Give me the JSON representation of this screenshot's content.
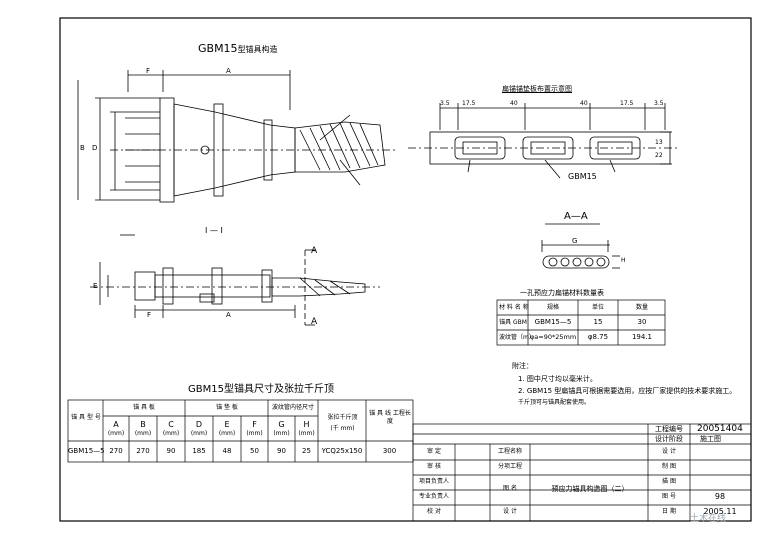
{
  "drawing_title_main": "GBM15",
  "drawing_title_main_cn": "型锚具构造",
  "section_label_1": "I — I",
  "section_marker": "A",
  "section_aa": "A—A",
  "top_right_title": "扁锚锚垫板布置示意图",
  "dims_top_right": [
    "3.5",
    "17.5",
    "40",
    "40",
    "17.5",
    "3.5"
  ],
  "dims_side_right": [
    "13",
    "22"
  ],
  "label_gbm15_small": "GBM15",
  "dim_letters": {
    "A": "A",
    "B": "B",
    "C": "C",
    "D": "D",
    "E": "E",
    "F": "F",
    "G": "G",
    "H": "H"
  },
  "material_table": {
    "title": "一孔预应力扁锚材料数量表",
    "headers": [
      "材 料 名 称",
      "规格",
      "单位",
      "数量"
    ],
    "rows": [
      [
        "锚具 GBM",
        "GBM15—5",
        "15",
        "30"
      ],
      [
        "波纹管（m）",
        "φa=90*25mm",
        "φ8.75",
        "194.1"
      ]
    ]
  },
  "notes": {
    "heading": "附注：",
    "items": [
      "1. 图中尺寸均以毫米计。",
      "2. GBM15 型扁锚具可根据需要选用，应按厂家提供的技术要求施工。",
      "   千斤顶可与锚具配套使用。"
    ]
  },
  "dim_table": {
    "title": "GBM15型锚具尺寸及张拉千斤顶",
    "group_headers": [
      "锚 具 型 号",
      "锚 具 板",
      "锚 垫 板",
      "波纹管内径尺寸",
      "张拉千斤顶",
      "锚 具 线 工程长度"
    ],
    "col_letters": [
      "A",
      "B",
      "C",
      "D",
      "E",
      "F",
      "G",
      "H"
    ],
    "unit": "(mm)",
    "jack_unit": "(千 mm)",
    "row": [
      "GBM15—5",
      "270",
      "270",
      "90",
      "185",
      "48",
      "50",
      "90",
      "25",
      "YCQ25x150",
      "300"
    ]
  },
  "title_block": {
    "project_no_label": "工程编号",
    "project_no": "20051404",
    "stage_label": "设计阶段",
    "stage": "施工图",
    "roles": [
      "审 定",
      "审 核",
      "项目负责人",
      "专业负责人",
      "校 对"
    ],
    "project_name_label": "工程名称",
    "sub_project": "分项工程",
    "drawing_label": "图 名",
    "drawing_name": "预应力锚具构造图（二）",
    "design_label": "设 计",
    "right_labels": [
      "设 计",
      "制 图",
      "描 图",
      "图 号",
      "日 期"
    ],
    "sheet_no": "98",
    "date": "2005.11"
  },
  "watermark": "土木在线"
}
